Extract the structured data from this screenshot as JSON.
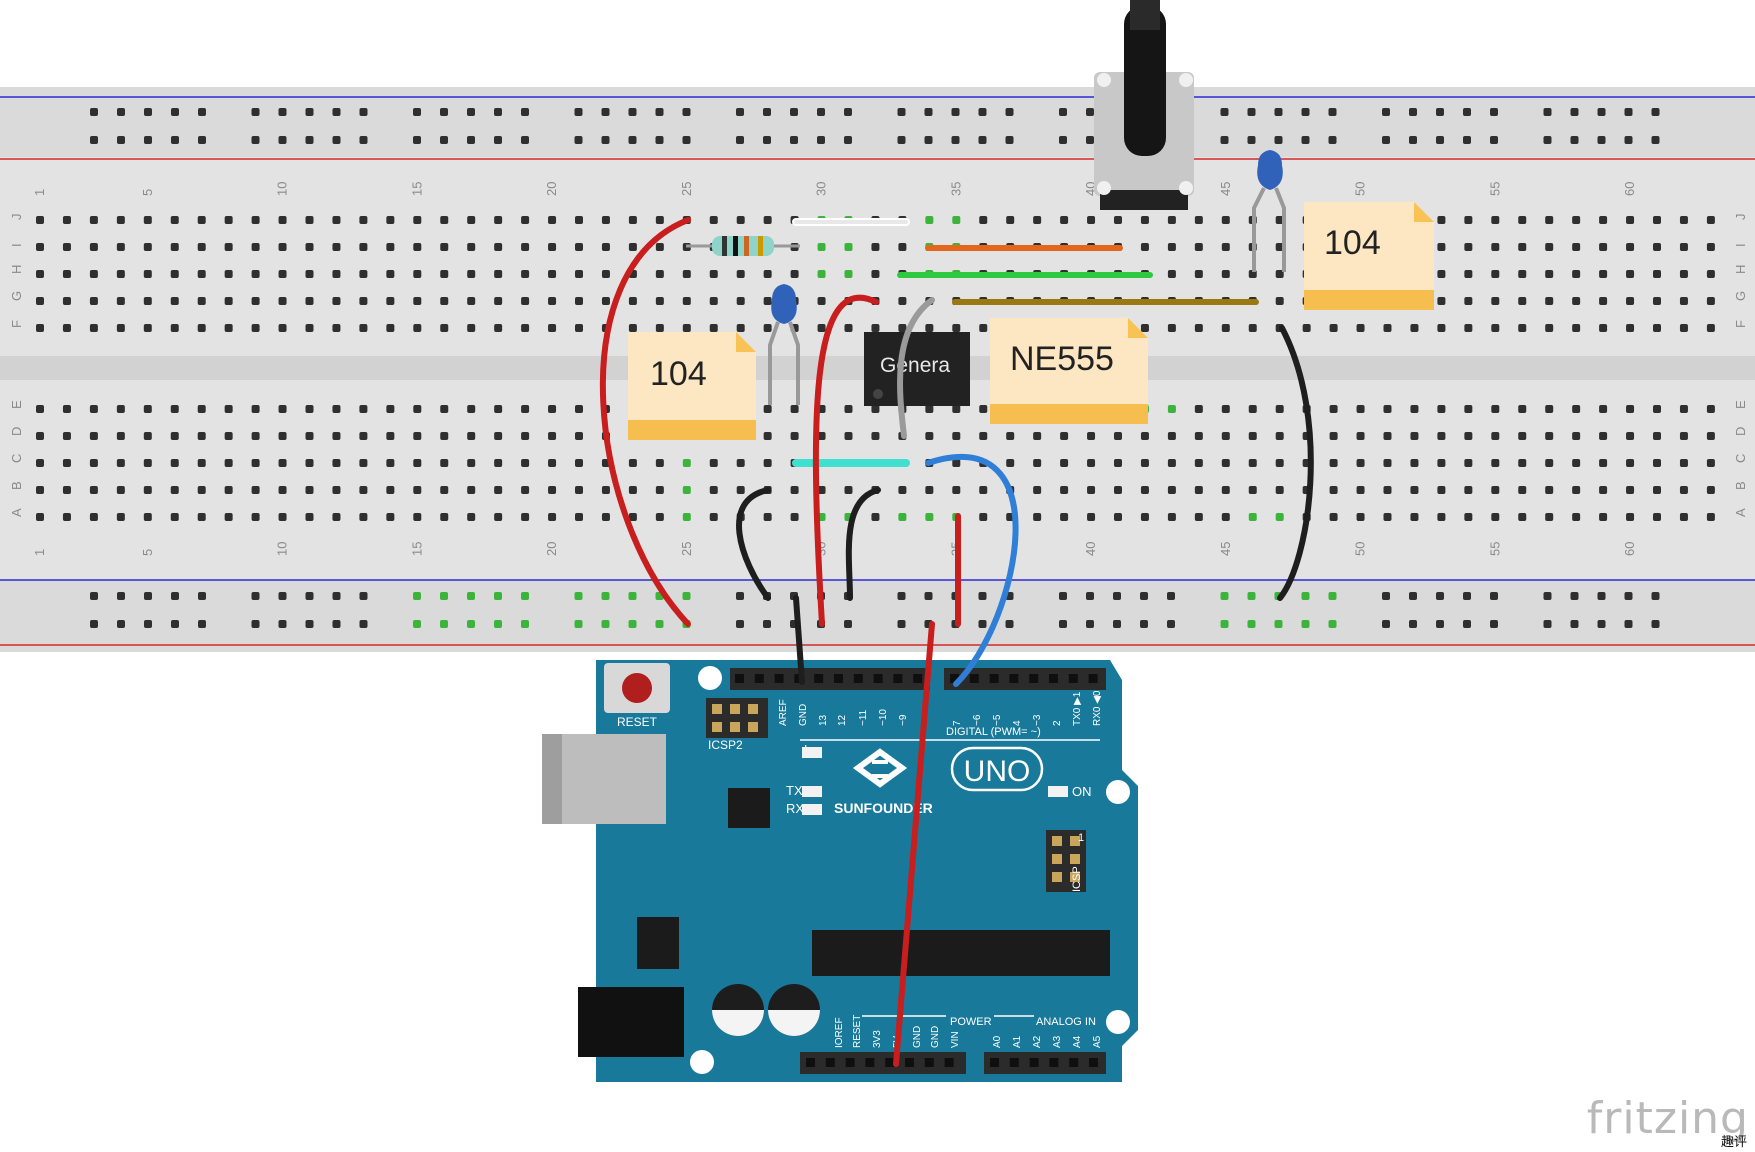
{
  "breadboard": {
    "column_numbers": [
      "1",
      "5",
      "10",
      "15",
      "20",
      "25",
      "30",
      "35",
      "40",
      "45",
      "50",
      "55",
      "60"
    ],
    "row_letters_top": [
      "J",
      "I",
      "H",
      "G",
      "F"
    ],
    "row_letters_bottom": [
      "E",
      "D",
      "C",
      "B",
      "A"
    ],
    "colors": {
      "board": "#e6e6e6",
      "rail": "#dcdcdc",
      "blue_line": "#2a2ad4",
      "red_line": "#d42a2a",
      "hole": "#2f2f2f",
      "hole_active": "#3cb43c"
    }
  },
  "components": {
    "ic": {
      "label": "Genera"
    },
    "notes": [
      {
        "text": "104"
      },
      {
        "text": "NE555"
      },
      {
        "text": "104"
      }
    ]
  },
  "arduino": {
    "reset_label": "RESET",
    "icsp2_label": "ICSP2",
    "icsp_label": "ICSP",
    "icsp_pin1": "1",
    "led_labels": {
      "l": "L",
      "tx": "TX",
      "rx": "RX",
      "on": "ON"
    },
    "brand": "SUNFOUNDER",
    "model": "UNO",
    "digital_title": "DIGITAL (PWM= ~)",
    "digital_pins": [
      "AREF",
      "GND",
      "13",
      "12",
      "~11",
      "~10",
      "~9",
      "7",
      "~6",
      "~5",
      "4",
      "~3",
      "2",
      "TX0 ▶1",
      "RX0 ◀0"
    ],
    "power_title": "POWER",
    "power_pins": [
      "IOREF",
      "RESET",
      "3V3",
      "5V",
      "GND",
      "GND",
      "VIN"
    ],
    "analog_title": "ANALOG IN",
    "analog_pins": [
      "A0",
      "A1",
      "A2",
      "A3",
      "A4",
      "A5"
    ],
    "colors": {
      "board": "#18799a",
      "header": "#2b2b2b",
      "silk": "#ffffff"
    }
  },
  "wire_colors": {
    "red": "#c81e1e",
    "black": "#1e1e1e",
    "blue": "#2f7fd8",
    "green": "#2ec93f",
    "orange": "#e2661c",
    "olive": "#9a7a10",
    "gray": "#9a9a9a",
    "white": "#ffffff",
    "cyan": "#3fe0d0"
  },
  "watermark": {
    "text": "fritzing",
    "sub": "趣评"
  }
}
